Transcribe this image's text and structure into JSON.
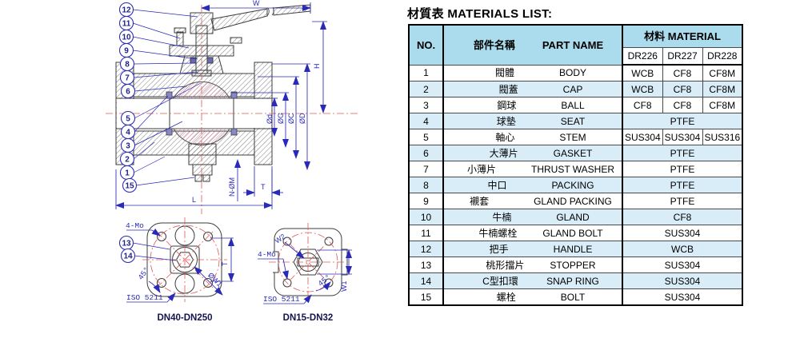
{
  "title": "材質表 MATERIALS LIST:",
  "table": {
    "header": {
      "no": "NO.",
      "part_cn": "部件名稱",
      "part_en": "PART NAME",
      "material_cn": "材料",
      "material_en": "MATERIAL",
      "grades": [
        "DR226",
        "DR227",
        "DR228"
      ]
    },
    "rows": [
      {
        "no": "1",
        "cn": "閥體",
        "en": "BODY",
        "materials": [
          "WCB",
          "CF8",
          "CF8M"
        ]
      },
      {
        "no": "2",
        "cn": "閥蓋",
        "en": "CAP",
        "materials": [
          "WCB",
          "CF8",
          "CF8M"
        ]
      },
      {
        "no": "3",
        "cn": "鋼球",
        "en": "BALL",
        "materials": [
          "CF8",
          "CF8",
          "CF8M"
        ]
      },
      {
        "no": "4",
        "cn": "球墊",
        "en": "SEAT",
        "materials": [
          "PTFE"
        ]
      },
      {
        "no": "5",
        "cn": "軸心",
        "en": "STEM",
        "materials": [
          "SUS304",
          "SUS304",
          "SUS316"
        ]
      },
      {
        "no": "6",
        "cn": "大薄片",
        "en": "GASKET",
        "materials": [
          "PTFE"
        ]
      },
      {
        "no": "7",
        "cn": "小薄片",
        "en": "THRUST WASHER",
        "materials": [
          "PTFE"
        ]
      },
      {
        "no": "8",
        "cn": "中口",
        "en": "PACKING",
        "materials": [
          "PTFE"
        ]
      },
      {
        "no": "9",
        "cn": "襯套",
        "en": "GLAND PACKING",
        "materials": [
          "PTFE"
        ]
      },
      {
        "no": "10",
        "cn": "牛楠",
        "en": "GLAND",
        "materials": [
          "CF8"
        ]
      },
      {
        "no": "11",
        "cn": "牛楠螺栓",
        "en": "GLAND BOLT",
        "materials": [
          "SUS304"
        ]
      },
      {
        "no": "12",
        "cn": "把手",
        "en": "HANDLE",
        "materials": [
          "WCB"
        ]
      },
      {
        "no": "13",
        "cn": "桃形擋片",
        "en": "STOPPER",
        "materials": [
          "SUS304"
        ]
      },
      {
        "no": "14",
        "cn": "C型扣環",
        "en": "SNAP RING",
        "materials": [
          "SUS304"
        ]
      },
      {
        "no": "15",
        "cn": "螺栓",
        "en": "BOLT",
        "materials": [
          "SUS304"
        ]
      }
    ]
  },
  "drawing": {
    "callouts": [
      "1",
      "2",
      "3",
      "4",
      "5",
      "6",
      "7",
      "8",
      "9",
      "10",
      "11",
      "12",
      "13",
      "14",
      "15"
    ],
    "dims": {
      "w": "W",
      "h": "H",
      "l": "L",
      "t": "T",
      "n_om": "N-ØM",
      "d_d": "Ød",
      "d_g": "ØG",
      "d_c": "ØC",
      "d_big": "ØD",
      "w1": "W1",
      "w2": "W2",
      "ow1": "ØW1",
      "pad_t": "T",
      "bolts": "4-Mo",
      "angle": "45°",
      "iso": "ISO 5211"
    },
    "captions": {
      "left": "DN40-DN250",
      "right": "DN15-DN32"
    }
  },
  "colors": {
    "header_bg": "#aadced",
    "row_alt_bg": "#d9edf8",
    "dim_blue": "#2a2ab8",
    "centerline_red": "#e05858",
    "ball_hatch": "#e0708e"
  }
}
